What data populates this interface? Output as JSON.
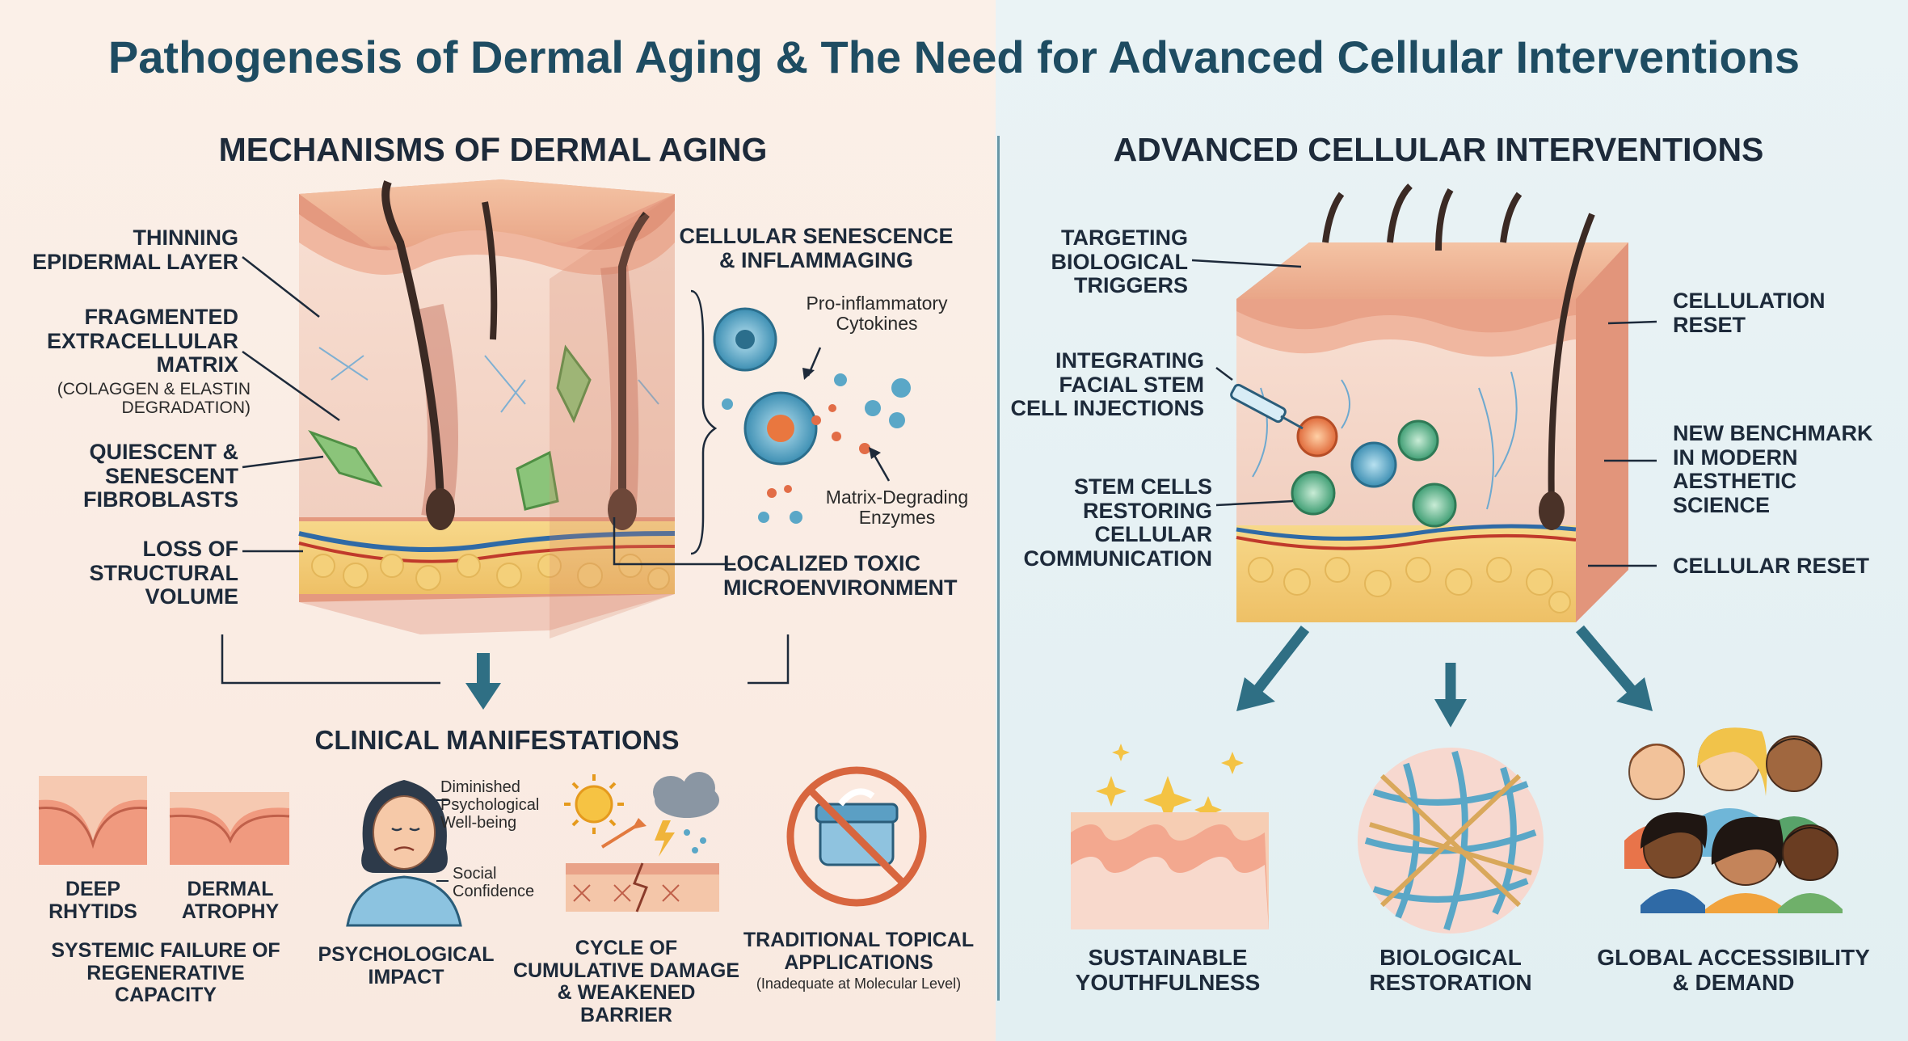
{
  "title": "Pathogenesis of Dermal Aging & The Need for Advanced Cellular Interventions",
  "colors": {
    "left_bg": "#fbf0e8",
    "right_bg": "#e6f1f4",
    "title": "#1e4c62",
    "text": "#1d2a3a",
    "arrow": "#2f6f84"
  },
  "left": {
    "heading": "MECHANISMS OF DERMAL AGING",
    "labels": {
      "thinning": "THINNING\nEPIDERMAL LAYER",
      "fragmented": "FRAGMENTED\nEXTRACELLULAR\nMATRIX",
      "fragmented_note": "(COLAGGEN & ELASTIN\nDEGRADATION)",
      "quiescent": "QUIESCENT &\nSENESCENT\nFIBROBLASTS",
      "loss": "LOSS OF\nSTRUCTURAL\nVOLUME",
      "senescence": "CELLULAR SENESCENCE\n& INFLAMMAGING",
      "cytokines": "Pro-inflammatory\nCytokines",
      "enzymes": "Matrix-Degrading\nEnzymes",
      "toxic": "LOCALIZED TOXIC\nMICROENVIRONMENT"
    },
    "clinical_heading": "CLINICAL MANIFESTATIONS",
    "manifestations": {
      "rhytids": "DEEP\nRHYTIDS",
      "atrophy": "DERMAL\nATROPHY",
      "systemic": "SYSTEMIC FAILURE OF\nREGENERATIVE\nCAPACITY",
      "psych": "PSYCHOLOGICAL\nIMPACT",
      "diminished": "Diminished\nPsychological\nWell-being",
      "social": "Social\nConfidence",
      "cycle": "CYCLE OF\nCUMULATIVE DAMAGE\n& WEAKENED BARRIER",
      "topical": "TRADITIONAL TOPICAL\nAPPLICATIONS",
      "topical_note": "(Inadequate at Molecular Level)"
    }
  },
  "right": {
    "heading": "ADVANCED CELLULAR INTERVENTIONS",
    "labels": {
      "targeting": "TARGETING\nBIOLOGICAL\nTRIGGERS",
      "integrating": "INTEGRATING\nFACIAL STEM\nCELL INJECTIONS",
      "stemcells": "STEM CELLS\nRESTORING\nCELLULAR\nCOMMUNICATION",
      "cellulation": "CELLULATION\nRESET",
      "benchmark": "NEW BENCHMARK\nIN MODERN\nAESTHETIC\nSCIENCE",
      "reset": "CELLULAR RESET"
    },
    "outcomes": {
      "sustainable": "SUSTAINABLE\nYOUTHFULNESS",
      "biological": "BIOLOGICAL\nRESTORATION",
      "global": "GLOBAL ACCESSIBILITY\n& DEMAND"
    }
  }
}
